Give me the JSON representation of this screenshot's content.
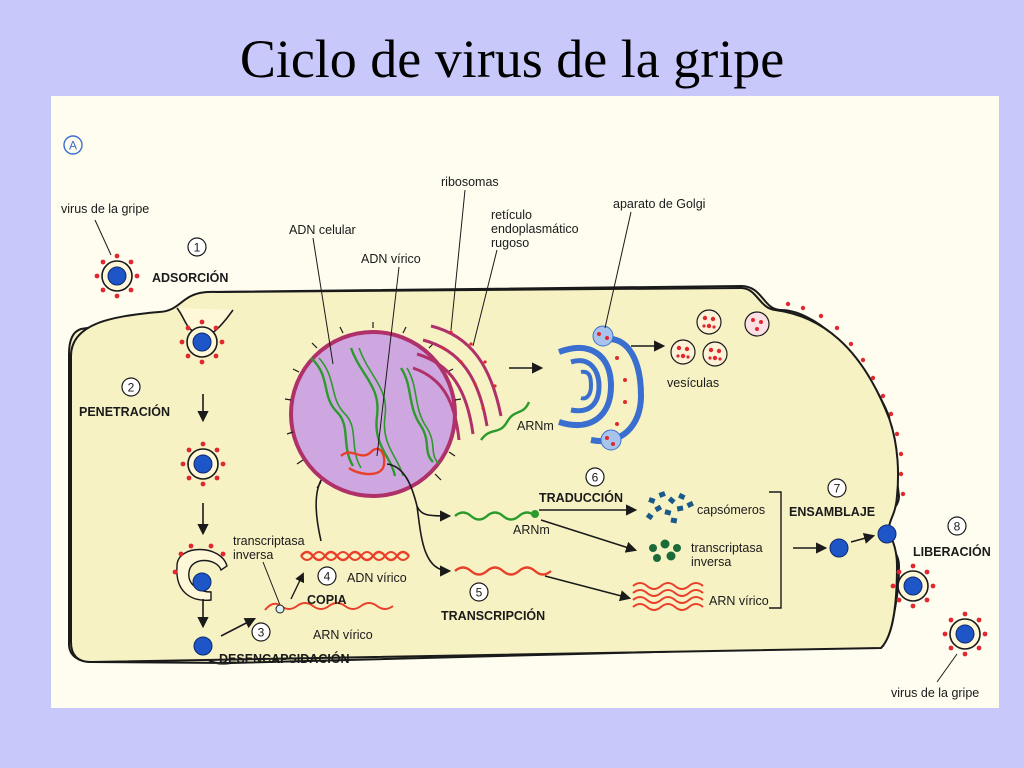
{
  "title": "Ciclo de virus de la gripe",
  "panel_marker": "A",
  "colors": {
    "cytoplasm": "#f7f2c4",
    "membrane": "#1a1a1a",
    "virus_core": "#1e56c8",
    "spike": "#e0282e",
    "nucleus": "#cfa7e0",
    "nuclear_envelope": "#b0306a",
    "rna_green": "#2c9a2c",
    "rna_red": "#e8402a",
    "golgi": "#3a6fd0"
  },
  "labels": {
    "virus_top": "virus de la gripe",
    "virus_bottom": "virus de la gripe",
    "ribosomas": "ribosomas",
    "adn_celular": "ADN celular",
    "adn_virico": "ADN vírico",
    "reticulo_1": "retículo",
    "reticulo_2": "endoplasmático",
    "reticulo_3": "rugoso",
    "golgi": "aparato de Golgi",
    "vesiculas": "vesículas",
    "arnm_top": "ARNm",
    "arnm_mid": "ARNm",
    "capsomeros": "capsómeros",
    "transcriptasa_right_1": "transcriptasa",
    "transcriptasa_right_2": "inversa",
    "arn_virico_right": "ARN vírico",
    "transcriptasa_left_1": "transcriptasa",
    "transcriptasa_left_2": "inversa",
    "adn_virico_copy": "ADN vírico",
    "arn_virico_left": "ARN vírico"
  },
  "steps": [
    {
      "number": "1",
      "name": "ADSORCIÓN"
    },
    {
      "number": "2",
      "name": "PENETRACIÓN"
    },
    {
      "number": "3",
      "name": "DESENCAPSIDACIÓN"
    },
    {
      "number": "4",
      "name": "COPIA"
    },
    {
      "number": "5",
      "name": "TRANSCRIPCIÓN"
    },
    {
      "number": "6",
      "name": "TRADUCCIÓN"
    },
    {
      "number": "7",
      "name": "ENSAMBLAJE"
    },
    {
      "number": "8",
      "name": "LIBERACIÓN"
    }
  ]
}
